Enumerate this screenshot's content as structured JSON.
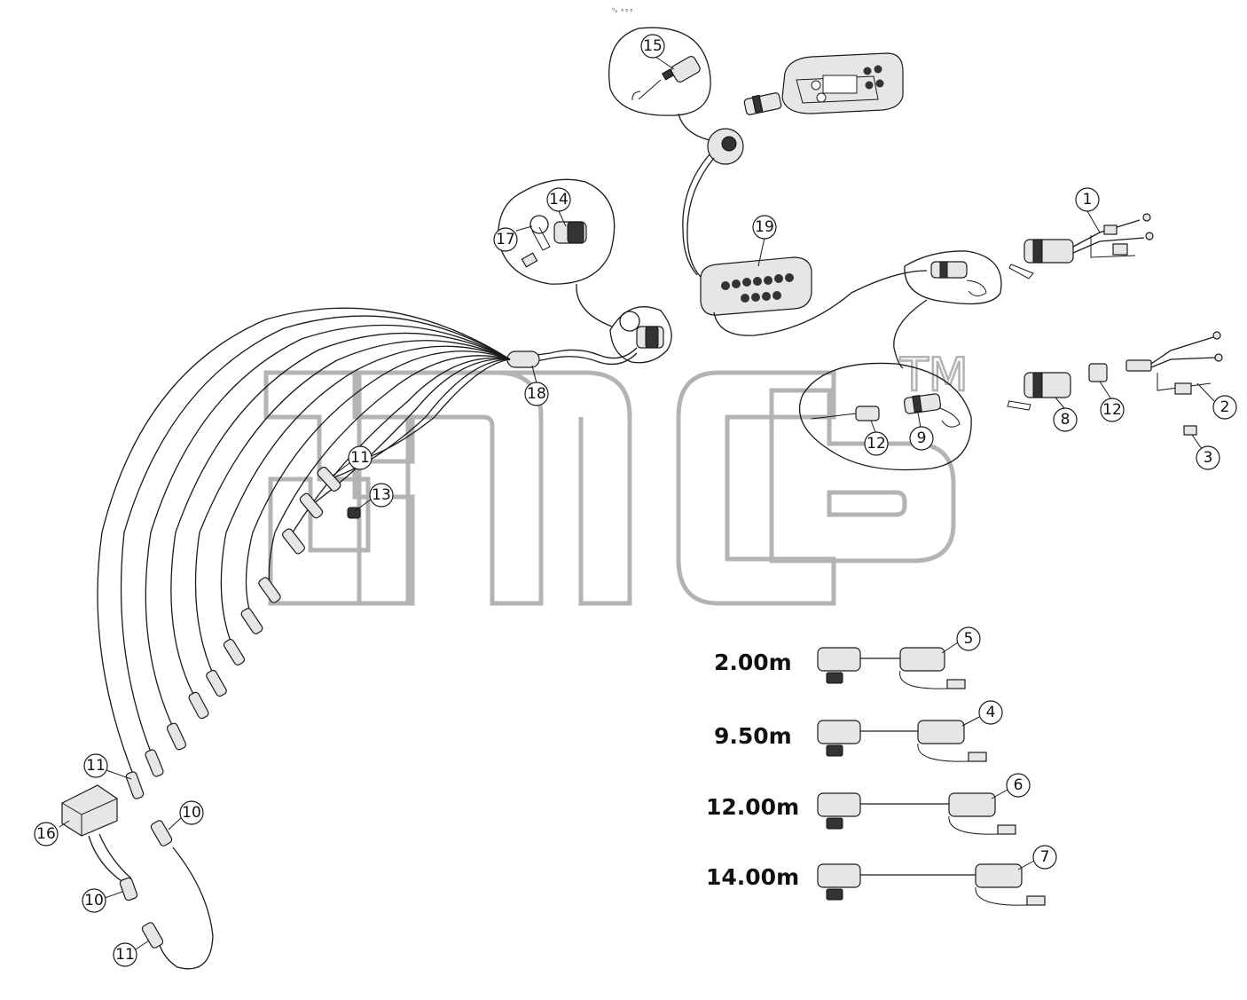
{
  "header_mark": "ᵒₒ ∘∘∘",
  "watermark": {
    "text": "TM",
    "outline_color": "#b3b3b3"
  },
  "callouts": [
    {
      "id": "c1",
      "label": "1"
    },
    {
      "id": "c2",
      "label": "2"
    },
    {
      "id": "c3",
      "label": "3"
    },
    {
      "id": "c4",
      "label": "4"
    },
    {
      "id": "c5",
      "label": "5"
    },
    {
      "id": "c6",
      "label": "6"
    },
    {
      "id": "c7",
      "label": "7"
    },
    {
      "id": "c8",
      "label": "8"
    },
    {
      "id": "c9",
      "label": "9"
    },
    {
      "id": "c10a",
      "label": "10"
    },
    {
      "id": "c10b",
      "label": "10"
    },
    {
      "id": "c11a",
      "label": "11"
    },
    {
      "id": "c11b",
      "label": "11"
    },
    {
      "id": "c11c",
      "label": "11"
    },
    {
      "id": "c12a",
      "label": "12"
    },
    {
      "id": "c12b",
      "label": "12"
    },
    {
      "id": "c13",
      "label": "13"
    },
    {
      "id": "c14",
      "label": "14"
    },
    {
      "id": "c15",
      "label": "15"
    },
    {
      "id": "c16",
      "label": "16"
    },
    {
      "id": "c17",
      "label": "17"
    },
    {
      "id": "c18",
      "label": "18"
    },
    {
      "id": "c19",
      "label": "19"
    }
  ],
  "cable_lengths": [
    {
      "length": "2.00m",
      "item": "5"
    },
    {
      "length": "9.50m",
      "item": "4"
    },
    {
      "length": "12.00m",
      "item": "6"
    },
    {
      "length": "14.00m",
      "item": "7"
    }
  ]
}
